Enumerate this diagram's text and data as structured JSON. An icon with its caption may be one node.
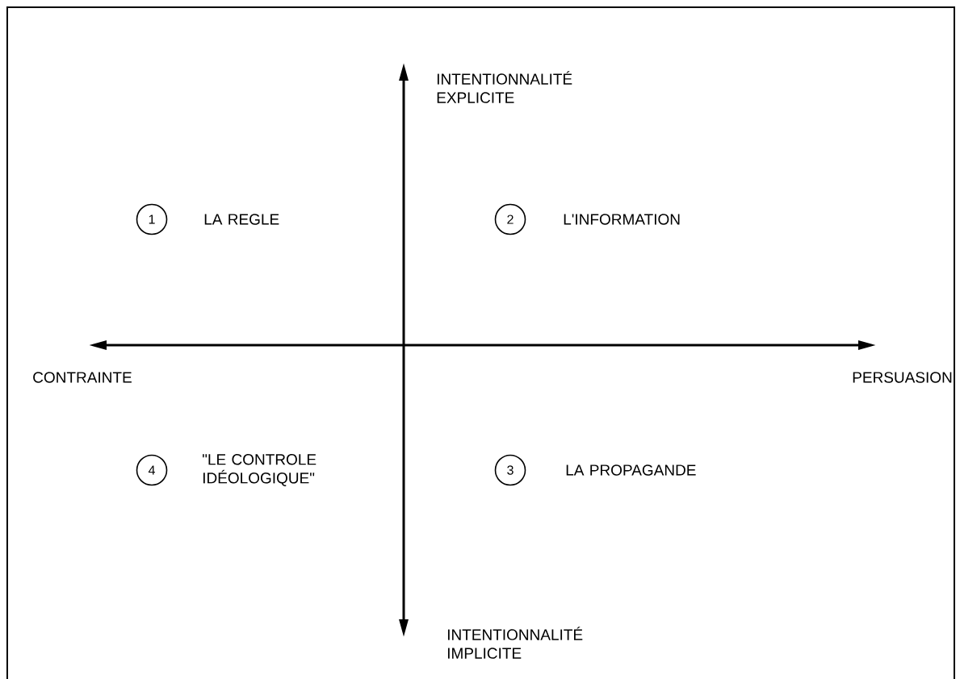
{
  "diagram": {
    "nodes": [
      {
        "text": [
          "1"
        ],
        "beside": [
          "LA REGLE"
        ]
      },
      {
        "text": [
          "2"
        ],
        "beside": [
          "L'INFORMATION"
        ]
      },
      {
        "text": [
          "3"
        ],
        "beside": [
          "LA PROPAGANDE"
        ]
      },
      {
        "text": [
          "4"
        ],
        "beside": [
          "\"LE CONTROLE IDÉOLOGIQUE\""
        ]
      }
    ],
    "edges": [],
    "labels": [
      "INTENTIONNALITÉ EXPLICITE",
      "CONTRAINTE",
      "PERSUASION",
      "INTENTIONNALITÉ IMPLICITE"
    ]
  }
}
